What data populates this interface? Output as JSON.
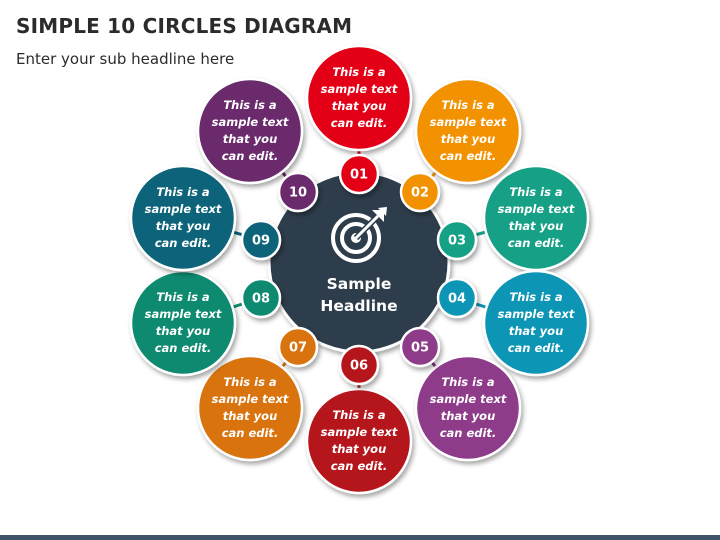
{
  "title": "SIMPLE 10 CIRCLES DIAGRAM",
  "subtitle": "Enter your sub headline here",
  "center": {
    "label_line1": "Sample",
    "label_line2": "Headline",
    "icon": "target-arrow-icon",
    "color": "#2f3e4c"
  },
  "items": [
    {
      "number": "01",
      "lines": [
        "This is a",
        "sample text",
        "that you",
        "can edit."
      ],
      "color": "#e30613"
    },
    {
      "number": "02",
      "lines": [
        "This is a",
        "sample text",
        "that you",
        "can edit."
      ],
      "color": "#f39200"
    },
    {
      "number": "03",
      "lines": [
        "This is a",
        "sample text",
        "that you",
        "can edit."
      ],
      "color": "#13a085"
    },
    {
      "number": "04",
      "lines": [
        "This is a",
        "sample text",
        "that you",
        "can edit."
      ],
      "color": "#0b95b5"
    },
    {
      "number": "05",
      "lines": [
        "This is a",
        "sample text",
        "that you",
        "can edit."
      ],
      "color": "#8e3a8a"
    },
    {
      "number": "06",
      "lines": [
        "This is a",
        "sample text",
        "that you",
        "can edit."
      ],
      "color": "#b5121b"
    },
    {
      "number": "07",
      "lines": [
        "This is a",
        "sample text",
        "that you",
        "can edit."
      ],
      "color": "#d9730d"
    },
    {
      "number": "08",
      "lines": [
        "This is a",
        "sample text",
        "that you",
        "can edit."
      ],
      "color": "#0e8a6f"
    },
    {
      "number": "09",
      "lines": [
        "This is a",
        "sample text",
        "that you",
        "can edit."
      ],
      "color": "#07647a"
    },
    {
      "number": "10",
      "lines": [
        "This is a",
        "sample text",
        "that you",
        "can edit."
      ],
      "color": "#6a2c6c"
    }
  ]
}
